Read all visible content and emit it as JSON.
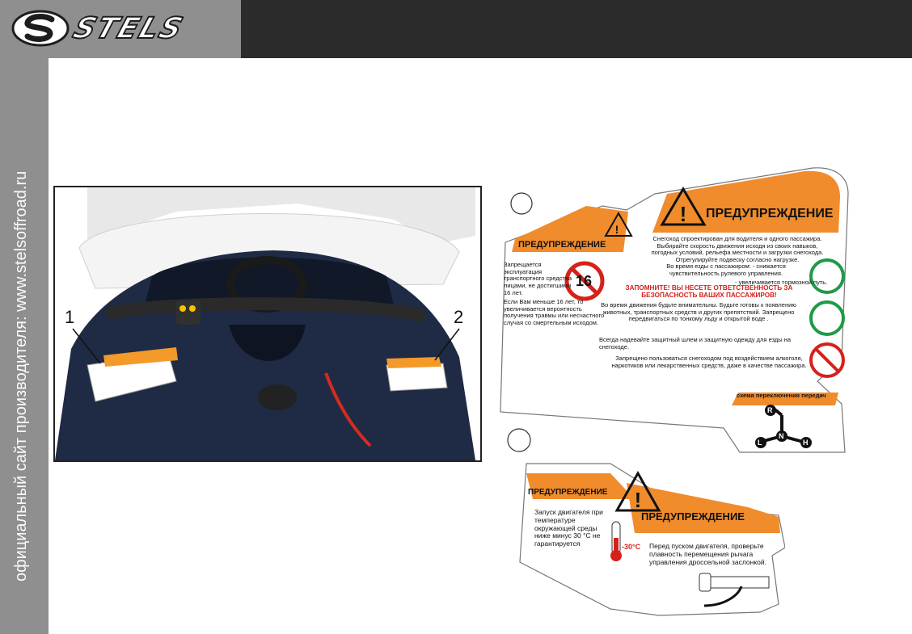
{
  "brand": {
    "logo_text": "STELS",
    "side_text": "официальный сайт производителя: www.stelsoffroad.ru"
  },
  "photo": {
    "callout_1": "1",
    "callout_2": "2"
  },
  "sticker1": {
    "left_title": "ПРЕДУПРЕЖДЕНИЕ",
    "right_title": "ПРЕДУПРЕЖДЕНИЕ",
    "left_text_1": "Запрещается эксплуатация транспортного средства лицами, не достигшими 16 лет.",
    "left_text_2": "Если Вам меньше 16 лет, то увеличивается вероятность получения травмы или несчастного случая со смертельным исходом.",
    "age_badge": "16",
    "p1": "Снегоход спроектирован для водителя и одного пассажира. Выбирайте скорость движения исходя из своих навыков, погодных условий, рельефа местности и загрузки снегохода. Отрегулируйте подвеску согласно нагрузке.",
    "p2a": "Во время езды с пассажиром: - снижается чувствительность рулевого управления.",
    "p2b": "- увеличивается тормозной путь.",
    "remember": "ЗАПОМНИТЕ! ВЫ НЕСЕТЕ ОТВЕТСТВЕННОСТЬ ЗА БЕЗОПАСНОСТЬ ВАШИХ ПАССАЖИРОВ!",
    "p3": "Во время движения будьте внимательны. Будьте готовы к появлению животных, транспортных средств и других препятствий. Запрещено передвигаться по тонкому льду и открытой воде .",
    "p4": "Всегда надевайте защитный шлем и защитную одежду для езды на снегоходе.",
    "p5": "Запрещено пользоваться снегоходом под воздействием алкоголя, наркотиков или лекарственных средств, даже в качестве пассажира.",
    "gear_title": "схема переключения передач",
    "gear_r": "R",
    "gear_n": "N",
    "gear_l": "L",
    "gear_h": "H"
  },
  "sticker2": {
    "left_title": "ПРЕДУПРЕЖДЕНИЕ",
    "right_title": "ПРЕДУПРЕЖДЕНИЕ",
    "left_text": "Запуск двигателя при температуре окружающей среды ниже минус 30 °С не гарантируется",
    "temp": "-30°C",
    "right_text": "Перед пуском двигателя, проверьте плавность перемещения рычага управления дроссельной заслонкой."
  }
}
